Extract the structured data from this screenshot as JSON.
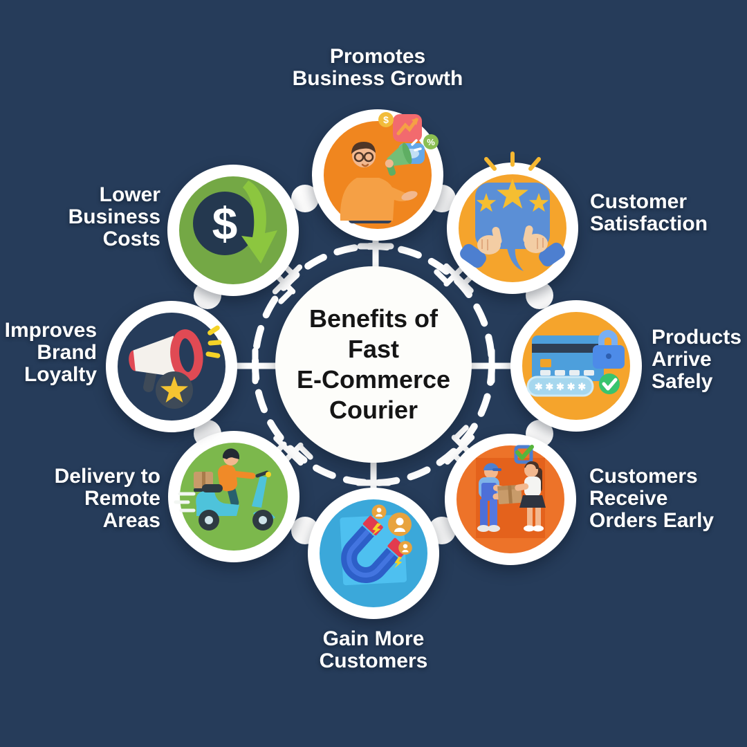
{
  "colors": {
    "background": "#263C5A",
    "ring_and_connectors": "#FFFFFF",
    "mid_dots": "#FFFFFF",
    "label_text": "#FFFFFF",
    "title_text": "#151515",
    "center_fill": "#FDFDFA"
  },
  "center": {
    "title": "Benefits of Fast E-Commerce Courier",
    "title_lines": [
      "Benefits of Fast",
      "E-Commerce",
      "Courier"
    ]
  },
  "nodes": [
    {
      "id": "promotes-business-growth",
      "label": "Promotes Business Growth",
      "lines": [
        "Promotes",
        "Business Growth"
      ],
      "icon": "announcer-megaphone-icon",
      "color": "#F0861F",
      "coin_symbol": "$",
      "percent_symbol": "%"
    },
    {
      "id": "customer-satisfaction",
      "label": "Customer Satisfaction",
      "lines": [
        "Customer",
        "Satisfaction"
      ],
      "icon": "thumbs-up-stars-icon",
      "color": "#F5A42C"
    },
    {
      "id": "products-arrive-safely",
      "label": "Products Arrive Safely",
      "lines": [
        "Products",
        "Arrive",
        "Safely"
      ],
      "icon": "secure-payment-icon",
      "color": "#F5A42C",
      "password_mask": "✱ ✱ ✱ ✱ ✱"
    },
    {
      "id": "customers-receive-orders-early",
      "label": "Customers Receive Orders Early",
      "lines": [
        "Customers",
        "Receive",
        "Orders Early"
      ],
      "icon": "package-handover-icon",
      "color": "#ED7329"
    },
    {
      "id": "gain-more-customers",
      "label": "Gain More Customers",
      "lines": [
        "Gain More",
        "Customers"
      ],
      "icon": "customer-magnet-icon",
      "color": "#3BA8DA"
    },
    {
      "id": "delivery-to-remote-areas",
      "label": "Delivery to Remote Areas",
      "lines": [
        "Delivery to",
        "Remote",
        "Areas"
      ],
      "icon": "delivery-scooter-icon",
      "color": "#7CB84C"
    },
    {
      "id": "improves-brand-loyalty",
      "label": "Improves Brand Loyalty",
      "lines": [
        "Improves",
        "Brand",
        "Loyalty"
      ],
      "icon": "brand-megaphone-star-icon",
      "color": "#263C5A"
    },
    {
      "id": "lower-business-costs",
      "label": "Lower Business Costs",
      "lines": [
        "Lower",
        "Business",
        "Costs"
      ],
      "icon": "dollar-down-arrow-icon",
      "color": "#74A845",
      "currency_symbol": "$"
    }
  ]
}
